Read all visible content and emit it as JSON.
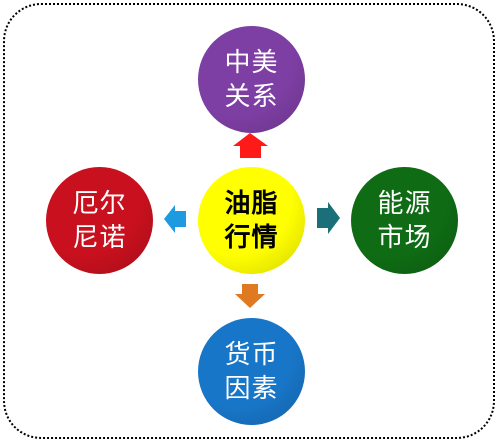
{
  "diagram": {
    "center": {
      "lines": [
        "油脂",
        "行情"
      ],
      "color": "#ffff00"
    },
    "nodes": [
      {
        "id": "top",
        "lines": [
          "中美",
          "关系"
        ],
        "color": "#7e3fa4",
        "arrow_color": "#ff1a1a"
      },
      {
        "id": "right",
        "lines": [
          "能源",
          "市场"
        ],
        "color": "#0f6c14",
        "arrow_color": "#1a6f78"
      },
      {
        "id": "bottom",
        "lines": [
          "货币",
          "因素"
        ],
        "color": "#1876c8",
        "arrow_color": "#e07a20"
      },
      {
        "id": "left",
        "lines": [
          "厄尔",
          "尼诺"
        ],
        "color": "#c8101e",
        "arrow_color": "#1e9be0"
      }
    ]
  }
}
